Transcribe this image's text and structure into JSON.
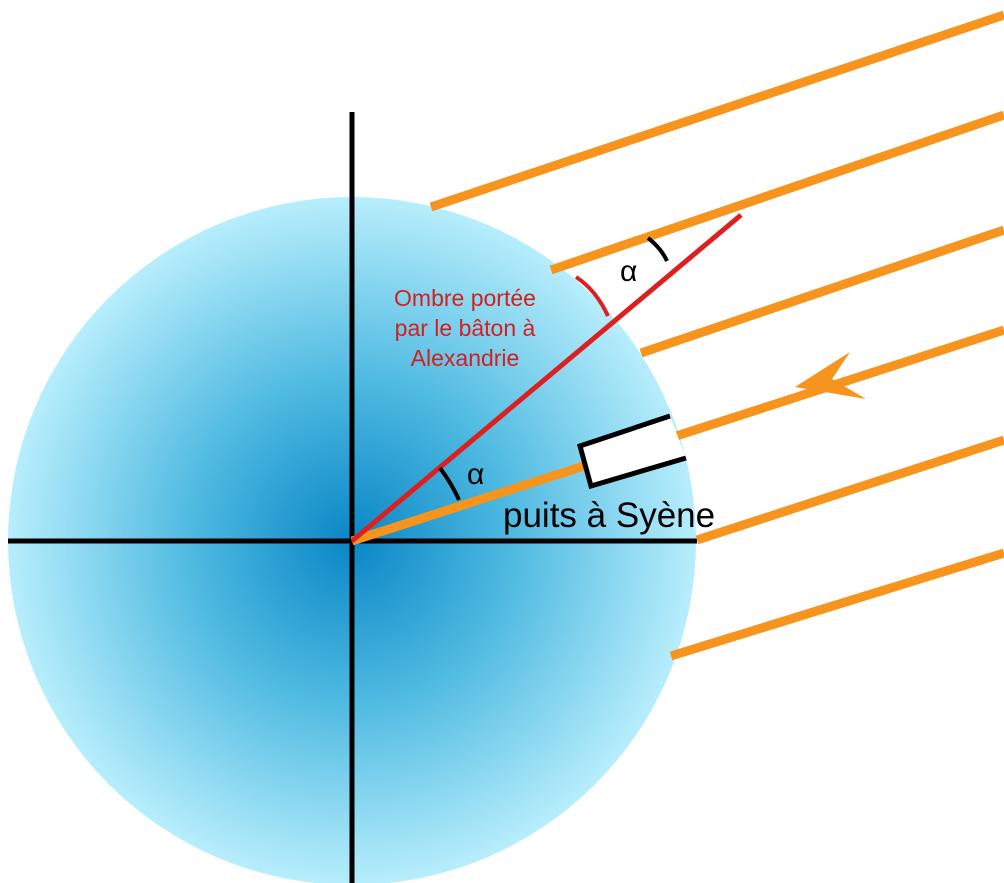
{
  "labels": {
    "shadow_line1": "Ombre portée",
    "shadow_line2": "par le bâton à",
    "shadow_line3": "Alexandrie",
    "well": "puits à Syène",
    "alpha_top": "α",
    "alpha_center": "α"
  },
  "colors": {
    "sun_rays": "#f7941d",
    "shadow": "#de1f1f",
    "axes": "#000000",
    "globe_center": "#0a86c6",
    "globe_edge": "#b8eefc"
  }
}
